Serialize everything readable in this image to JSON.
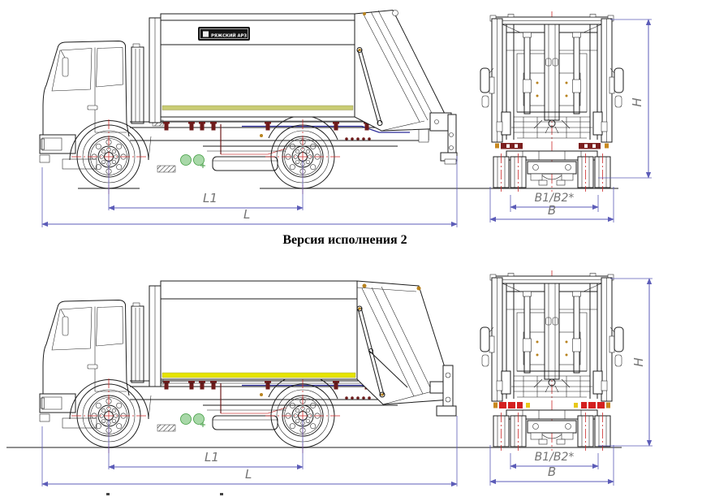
{
  "caption": "Версия исполнения 2",
  "body_badge": "РЯЖСКИЙ АРЗ",
  "dimension_labels": {
    "wheelbase": "L1",
    "overall_length": "L",
    "track": "B1/B2*",
    "overall_width": "B",
    "overall_height": "H"
  },
  "colors": {
    "dim": "#5c5cb8",
    "centerline": "#cc2a2a",
    "stripe-top": "#c9cc74",
    "stripe-bottom": "#e6e400",
    "bumper-dark": "#7c1f1f",
    "bumper-red": "#d42020",
    "amber": "#c8881f",
    "green": "#3f9b3f",
    "green-fill": "#a8d8a8",
    "darkred": "#6e1a1a",
    "frame-blue": "#2a2a99",
    "ground": "#8f8f8f"
  }
}
